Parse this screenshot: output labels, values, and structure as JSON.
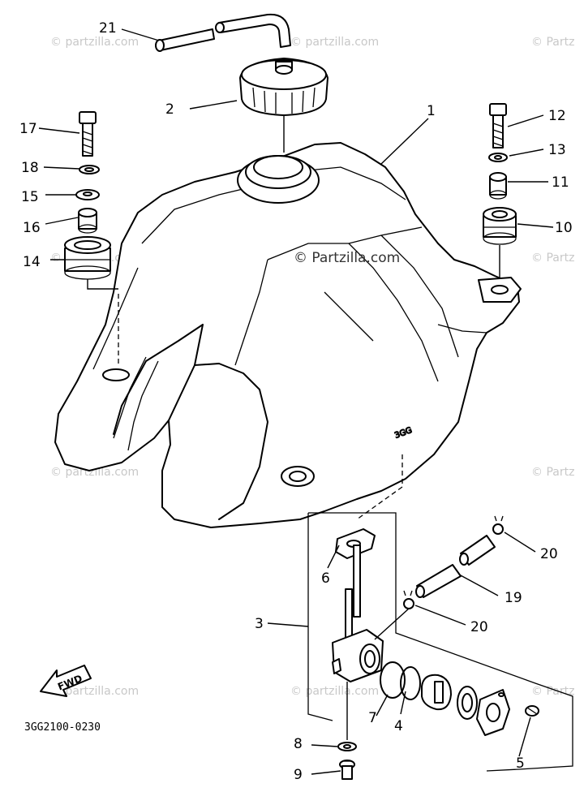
{
  "diagram": {
    "watermark": "© Partzilla.com",
    "watermark_small": "© partzilla.com",
    "watermark_edge": "© Partz",
    "part_code": "3GG2100-0230",
    "fwd_label": "FWD",
    "callouts": {
      "c1": "1",
      "c2": "2",
      "c3": "3",
      "c4": "4",
      "c5": "5",
      "c6": "6",
      "c7": "7",
      "c8": "8",
      "c9": "9",
      "c10": "10",
      "c11": "11",
      "c12": "12",
      "c13": "13",
      "c14": "14",
      "c15": "15",
      "c16": "16",
      "c17": "17",
      "c18": "18",
      "c19": "19",
      "c20a": "20",
      "c20b": "20",
      "c21": "21"
    }
  }
}
